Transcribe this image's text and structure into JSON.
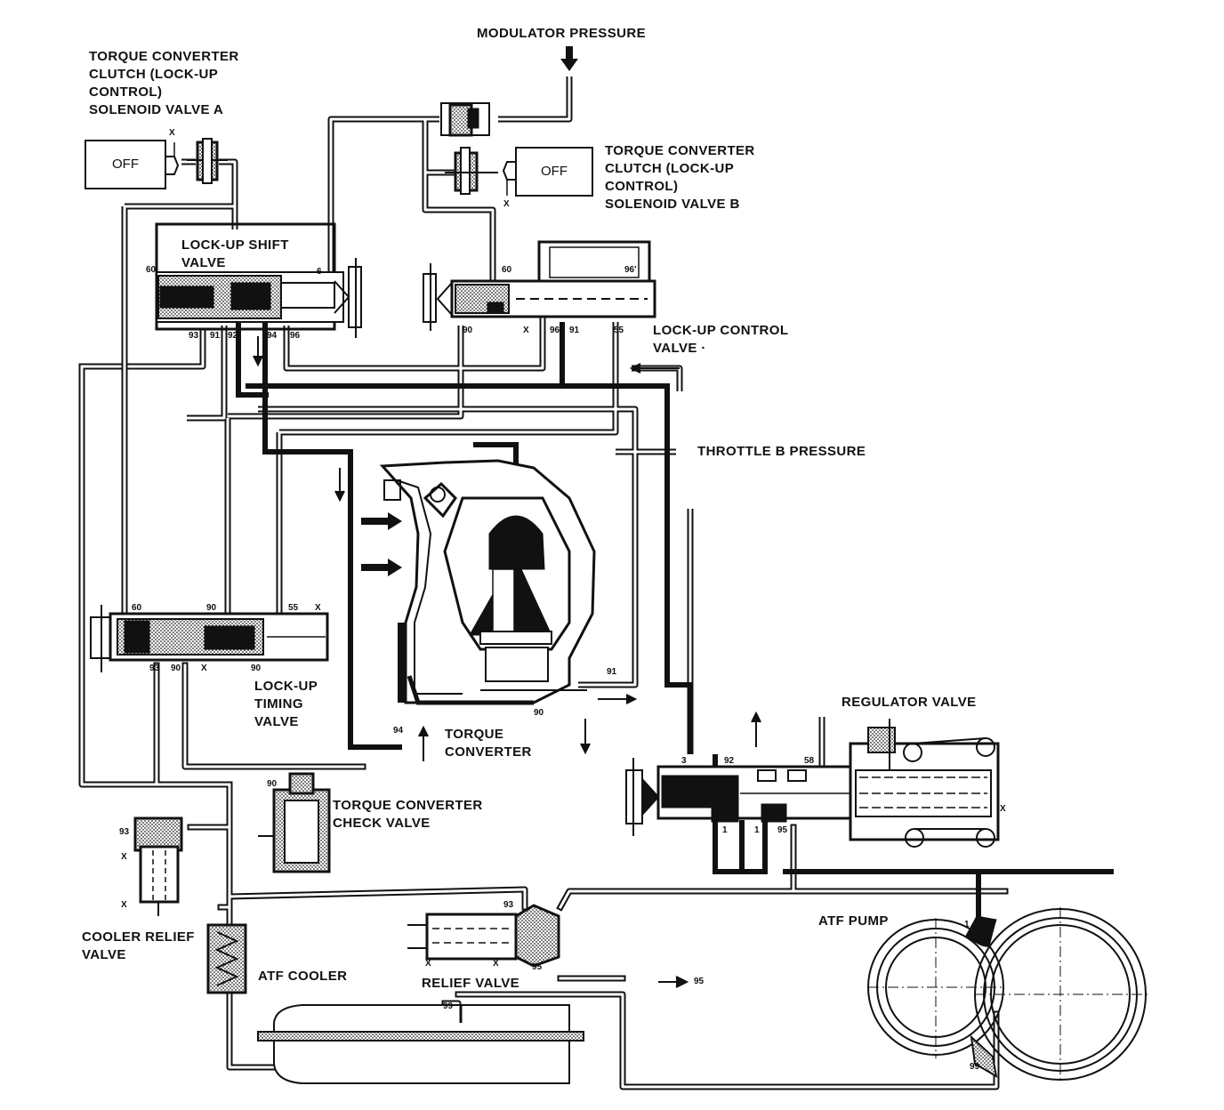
{
  "labels": {
    "modulator_pressure": "MODULATOR PRESSURE",
    "solenoid_a": [
      "TORQUE CONVERTER",
      "CLUTCH (LOCK-UP",
      "CONTROL)",
      "SOLENOID VALVE A"
    ],
    "solenoid_b": [
      "TORQUE CONVERTER",
      "CLUTCH (LOCK-UP",
      "CONTROL)",
      "SOLENOID VALVE B"
    ],
    "solenoid_a_state": "OFF",
    "solenoid_b_state": "OFF",
    "lockup_shift_valve": [
      "LOCK-UP SHIFT",
      "VALVE"
    ],
    "lockup_control_valve": [
      "LOCK-UP CONTROL",
      "VALVE ·"
    ],
    "throttle_b_pressure": "THROTTLE B PRESSURE",
    "lockup_timing_valve": [
      "LOCK-UP",
      "TIMING",
      "VALVE"
    ],
    "torque_converter": [
      "TORQUE",
      "CONVERTER"
    ],
    "regulator_valve": "REGULATOR VALVE",
    "tc_check_valve": [
      "TORQUE CONVERTER",
      "CHECK VALVE"
    ],
    "cooler_relief_valve": [
      "COOLER RELIEF",
      "VALVE"
    ],
    "atf_cooler": "ATF COOLER",
    "relief_valve": "RELIEF VALVE",
    "atf_pump": "ATF PUMP"
  },
  "ports": {
    "shift_60": "60",
    "shift_6": "6",
    "shift_93": "93",
    "shift_91": "91",
    "shift_92": "92",
    "shift_94": "94",
    "shift_96": "96",
    "ctrl_60": "60",
    "ctrl_96p": "96'",
    "ctrl_90": "90",
    "ctrl_x": "X",
    "ctrl_96": "96",
    "ctrl_91": "91",
    "ctrl_55": "55",
    "sol_a_x": "X",
    "sol_b_x": "X",
    "timing_60": "60",
    "timing_90a": "90",
    "timing_55": "55",
    "timing_x1": "X",
    "timing_93": "93",
    "timing_90b": "90",
    "timing_x2": "X",
    "timing_90c": "90",
    "tc_91": "91",
    "tc_90": "90",
    "tc_94": "94",
    "reg_3": "3",
    "reg_92": "92",
    "reg_58": "58",
    "reg_1a": "1",
    "reg_1b": "1",
    "reg_95": "95",
    "reg_x": "X",
    "check_90": "90",
    "cooler_93": "93",
    "cooler_x1": "X",
    "cooler_x2": "X",
    "relief_93": "93",
    "relief_95": "95",
    "relief_x1": "X",
    "relief_x2": "X",
    "drain_95": "95",
    "pump_1": "1",
    "pump_99": "99",
    "tank_99": "99"
  }
}
